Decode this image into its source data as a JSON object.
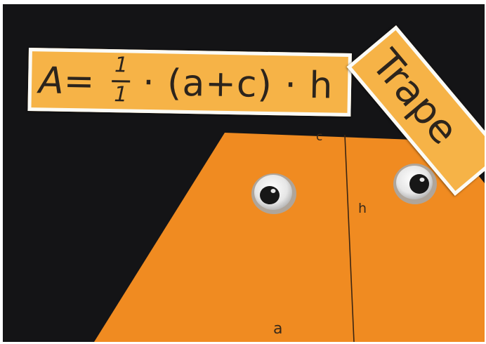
{
  "scene": {
    "background_color": "#141416",
    "paper_color": "#f08b21",
    "card_color": "#f6b347"
  },
  "formula_card": {
    "lhs": "A=",
    "fraction_numerator": "1",
    "fraction_denominator": "1",
    "rhs": "· (a+c) · h"
  },
  "title_card": {
    "text": "Trape"
  },
  "trapezoid": {
    "label_top": "c",
    "label_height": "h",
    "label_bottom": "a"
  }
}
